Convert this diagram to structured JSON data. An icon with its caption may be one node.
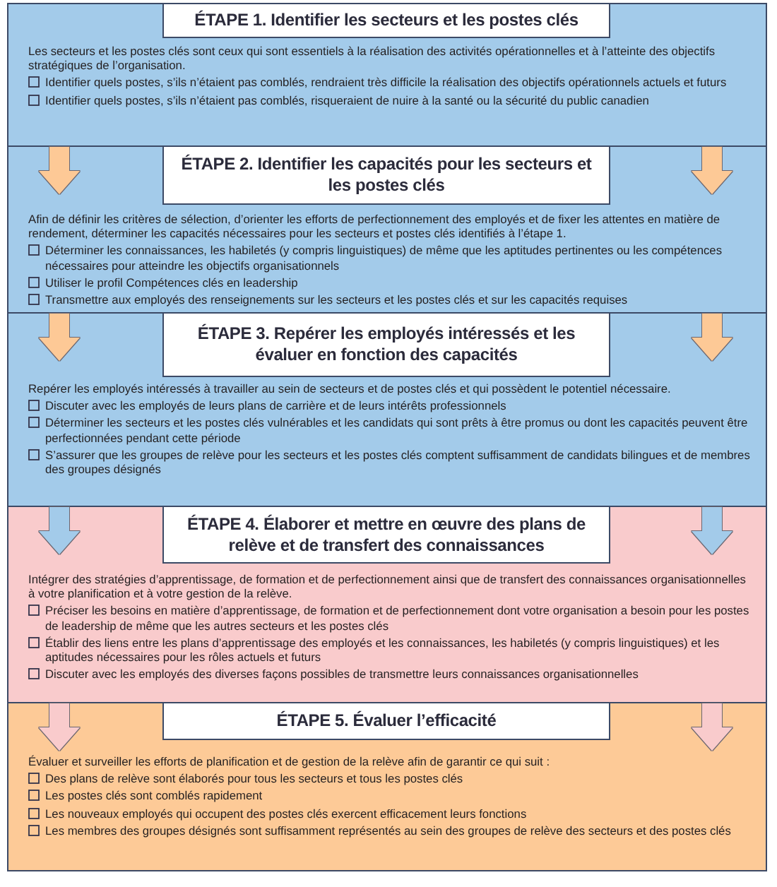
{
  "diagram": {
    "nodes": [
      {
        "text": [
          "Les secteurs et les postes clés sont ceux qui sont essentiels à la réalisation des activités opérationnelles et à l’atteinte des objectifs stratégiques de l’organisation.",
          "Identifier quels postes, s’ils n’étaient pas comblés, rendraient très difficile la réalisation des objectifs opérationnels actuels et futurs",
          "Identifier quels postes, s’ils n’étaient pas comblés, risqueraient de nuire à la santé ou la sécurité du public canadien"
        ]
      },
      {
        "text": [
          "ÉTAPE 1. Identifier les secteurs et les postes clés"
        ],
        "in": 0
      },
      {
        "text": [
          "Afin de définir les critères de sélection, d’orienter les efforts de perfectionnement des employés et de fixer les attentes en matière de rendement, déterminer les capacités nécessaires pour les secteurs et postes clés identifiés à l’étape 1.",
          "Déterminer les connaissances, les habiletés (y compris linguistiques) de même que les aptitudes pertinentes ou les compétences nécessaires pour atteindre les objectifs organisationnels",
          "Utiliser le profil Compétences clés en leadership",
          "Transmettre aux employés des renseignements sur les secteurs et les postes clés et sur les capacités requises"
        ]
      },
      {
        "text": [
          "ÉTAPE 2. Identifier les capacités pour les secteurs et les postes clés"
        ],
        "in": 2
      },
      {
        "text": [
          "Repérer les employés intéressés à travailler au sein de secteurs et de postes clés et qui possèdent le potentiel nécessaire.",
          "Discuter avec les employés de leurs plans de carrière et de leurs intérêts professionnels",
          "Déterminer les secteurs et les postes clés vulnérables et les candidats qui sont prêts à être promus ou dont les capacités peuvent être perfectionnées pendant cette période",
          "S’assurer que les groupes de relève pour les secteurs et les postes clés comptent suffisamment de candidats bilingues et de membres des groupes désignés"
        ]
      },
      {
        "text": [
          "ÉTAPE 3. Repérer les employés intéressés et les évaluer en fonction des capacités"
        ],
        "in": 4
      },
      {
        "text": [
          "Intégrer des stratégies d’apprentissage, de formation et de perfectionnement ainsi que de transfert des connaissances organisationnelles à votre planification et à votre gestion de la relève.",
          "Préciser les besoins en matière d’apprentissage, de formation et de perfectionnement dont votre organisation a besoin pour les postes de leadership de même que les autres secteurs et les postes clés",
          "Établir des liens entre les plans d’apprentissage des employés et les connaissances, les habiletés (y compris linguistiques) et les aptitudes nécessaires pour les rôles actuels et futurs",
          "Discuter avec les employés des diverses façons possibles de transmettre leurs connaissances organisationnelles"
        ]
      },
      {
        "text": [
          "ÉTAPE 4. Élaborer et mettre en œuvre des plans de relève et de transfert des connaissances"
        ],
        "in": 6
      },
      {
        "text": [
          "Évaluer et surveiller les efforts de planification et de gestion de la relève afin de garantir ce qui suit :",
          "Des plans de relève sont élaborés pour tous les secteurs et tous les postes clés",
          "Les postes clés sont comblés rapidement",
          "Les nouveaux employés qui occupent des postes clés exercent efficacement leurs fonctions",
          "Les membres des groupes désignés sont suffisamment représentés au sein des groupes de relève des secteurs et des postes clés"
        ]
      },
      {
        "text": [
          "ÉTAPE 5. Évaluer l’efficacité"
        ],
        "in": 8
      }
    ],
    "edges": [
      {
        "from": 0,
        "to": 2,
        "arrow": "to"
      },
      {
        "from": 0,
        "to": 2,
        "arrow": "to"
      },
      {
        "from": 2,
        "to": 4,
        "arrow": "to"
      },
      {
        "from": 2,
        "to": 4,
        "arrow": "to"
      },
      {
        "from": 4,
        "to": 6,
        "arrow": "to",
        "color": "#a3cbea"
      },
      {
        "from": 4,
        "to": 6,
        "arrow": "to",
        "color": "#a3cbea"
      },
      {
        "from": 6,
        "to": 8,
        "arrow": "to",
        "color": "#f9cbcc"
      },
      {
        "from": 6,
        "to": 8,
        "arrow": "to",
        "color": "#f9cbcc"
      }
    ]
  }
}
